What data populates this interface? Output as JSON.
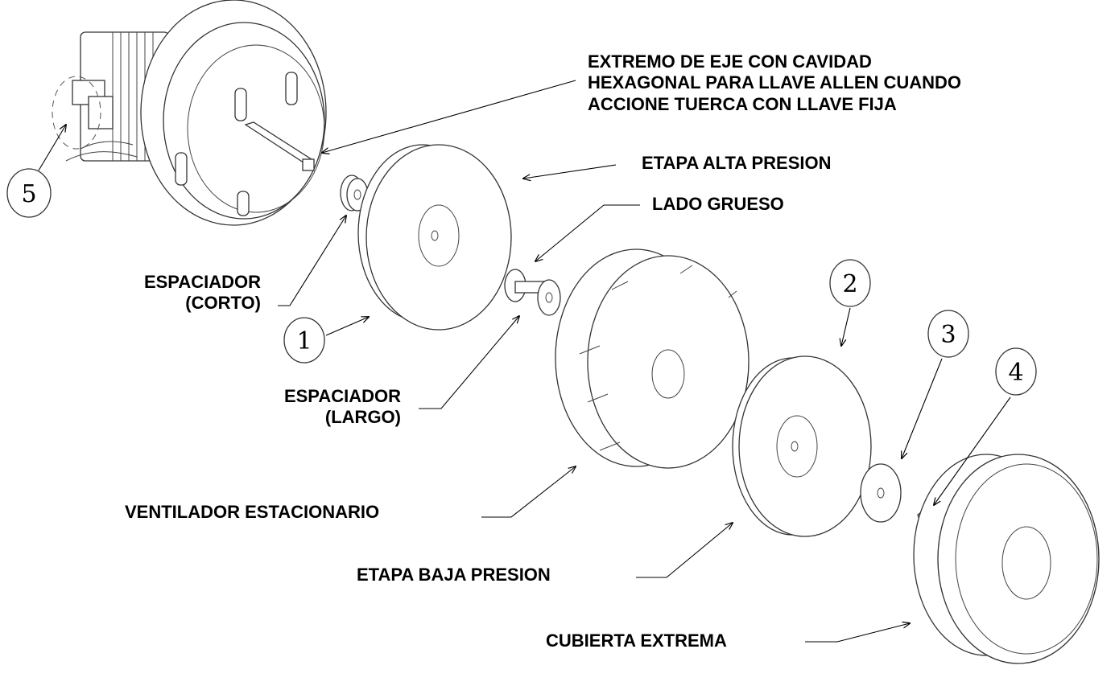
{
  "labels": {
    "shaft_end": [
      "EXTREMO DE EJE CON CAVIDAD",
      "HEXAGONAL PARA LLAVE ALLEN  CUANDO",
      "ACCIONE TUERCA CON LLAVE FIJA"
    ],
    "high_stage": "ETAPA ALTA PRESION",
    "thick_side": "LADO GRUESO",
    "spacer_short": [
      "ESPACIADOR",
      "(CORTO)"
    ],
    "spacer_long": [
      "ESPACIADOR",
      "(LARGO)"
    ],
    "stationary_fan": "VENTILADOR ESTACIONARIO",
    "low_stage": "ETAPA BAJA PRESION",
    "end_cover": "CUBIERTA EXTREMA"
  },
  "callouts": [
    "1",
    "2",
    "3",
    "4",
    "5"
  ]
}
